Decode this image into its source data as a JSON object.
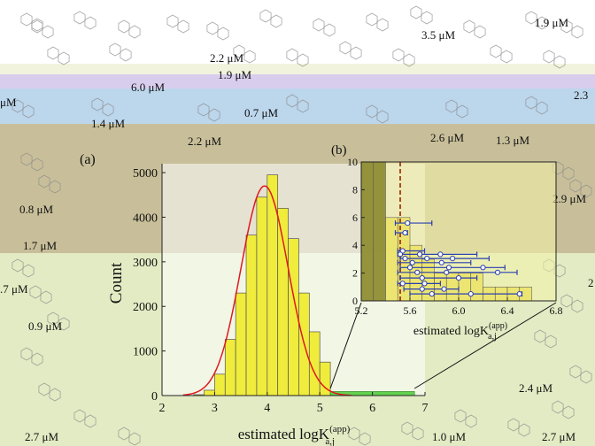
{
  "background": {
    "concentration_labels": [
      "2.2 μM",
      "3.5 μM",
      "1.9 μM",
      "1.9 μM",
      "6.0 μM",
      "μM",
      "1.4 μM",
      "0.7 μM",
      "2.3",
      "2.2 μM",
      "2.6 μM",
      "1.3 μM",
      "0.8 μM",
      "2.9 μM",
      "1.7 μM",
      ".7 μM",
      "0.9 μM",
      "2",
      "2.4 μM",
      "2.7 μM",
      "1.0 μM",
      "2.7 μM"
    ],
    "band_colors": [
      "#d9cdee",
      "#bcd6ec",
      "#ebeecf",
      "#c8bf9a",
      "#e3ebc4"
    ]
  },
  "chart_data": [
    {
      "type": "bar",
      "panel_label": "(a)",
      "xlabel": "estimated logK",
      "xlabel_sub": "a,j",
      "xlabel_sup": "(app)",
      "ylabel": "Count",
      "xlim": [
        2,
        7
      ],
      "ylim": [
        0,
        5200
      ],
      "xticks": [
        2,
        3,
        4,
        5,
        6,
        7
      ],
      "yticks": [
        0,
        1000,
        2000,
        3000,
        4000,
        5000
      ],
      "bin_width": 0.2,
      "bins": [
        {
          "x": 2.6,
          "count": 20
        },
        {
          "x": 2.8,
          "count": 120
        },
        {
          "x": 3.0,
          "count": 480
        },
        {
          "x": 3.2,
          "count": 1260
        },
        {
          "x": 3.4,
          "count": 2300
        },
        {
          "x": 3.6,
          "count": 3600
        },
        {
          "x": 3.8,
          "count": 4450
        },
        {
          "x": 4.0,
          "count": 4950
        },
        {
          "x": 4.2,
          "count": 4200
        },
        {
          "x": 4.4,
          "count": 3520
        },
        {
          "x": 4.6,
          "count": 2300
        },
        {
          "x": 4.8,
          "count": 1430
        },
        {
          "x": 5.0,
          "count": 750
        },
        {
          "x": 5.2,
          "count": 260
        },
        {
          "x": 5.4,
          "count": 120
        },
        {
          "x": 5.6,
          "count": 80
        },
        {
          "x": 5.8,
          "count": 60
        },
        {
          "x": 6.0,
          "count": 50
        },
        {
          "x": 6.2,
          "count": 40
        },
        {
          "x": 6.4,
          "count": 30
        },
        {
          "x": 6.6,
          "count": 20
        }
      ],
      "highlight_range": [
        5.2,
        6.8
      ],
      "fit_curve": {
        "type": "gaussian",
        "amplitude": 4700,
        "mean": 3.95,
        "sigma": 0.45
      },
      "colors": {
        "bar": "#f0ec3c",
        "highlight": "#62d24e",
        "curve": "#e0191e"
      }
    },
    {
      "type": "bar",
      "panel_label": "(b)",
      "xlabel": "estimated logK",
      "xlabel_sub": "a,j",
      "xlabel_sup": "(app)",
      "xlim": [
        5.2,
        6.8
      ],
      "ylim": [
        0,
        10
      ],
      "xticks": [
        5.2,
        5.6,
        6.0,
        6.4,
        6.8
      ],
      "yticks": [
        0,
        2,
        4,
        6,
        8,
        10
      ],
      "bin_width": 0.1,
      "bins": [
        {
          "x": 5.2,
          "count": 10
        },
        {
          "x": 5.3,
          "count": 10
        },
        {
          "x": 5.4,
          "count": 6
        },
        {
          "x": 5.5,
          "count": 6
        },
        {
          "x": 5.6,
          "count": 4
        },
        {
          "x": 5.7,
          "count": 3
        },
        {
          "x": 5.8,
          "count": 2
        },
        {
          "x": 5.9,
          "count": 2
        },
        {
          "x": 6.0,
          "count": 2
        },
        {
          "x": 6.1,
          "count": 2
        },
        {
          "x": 6.2,
          "count": 1
        },
        {
          "x": 6.3,
          "count": 1
        },
        {
          "x": 6.4,
          "count": 1
        },
        {
          "x": 6.5,
          "count": 1
        }
      ],
      "threshold_line": 5.52,
      "intervals": [
        {
          "y": 5.6,
          "lo": 5.48,
          "hi": 5.78,
          "points": [
            5.58
          ]
        },
        {
          "y": 4.9,
          "lo": 5.48,
          "hi": 5.58,
          "points": [
            5.56
          ]
        },
        {
          "y": 3.6,
          "lo": 5.5,
          "hi": 5.72,
          "points": [
            5.54
          ]
        },
        {
          "y": 3.35,
          "lo": 5.5,
          "hi": 6.15,
          "points": [
            5.52,
            5.68,
            5.85
          ]
        },
        {
          "y": 3.05,
          "lo": 5.52,
          "hi": 6.25,
          "points": [
            5.56,
            5.74,
            5.95
          ]
        },
        {
          "y": 2.75,
          "lo": 5.5,
          "hi": 6.1,
          "points": [
            5.62,
            5.86
          ]
        },
        {
          "y": 2.4,
          "lo": 5.52,
          "hi": 6.38,
          "points": [
            5.6,
            5.92,
            6.2
          ]
        },
        {
          "y": 2.05,
          "lo": 5.5,
          "hi": 6.48,
          "points": [
            5.66,
            5.9,
            6.32
          ]
        },
        {
          "y": 1.65,
          "lo": 5.52,
          "hi": 6.15,
          "points": [
            5.7,
            6.0
          ]
        },
        {
          "y": 1.25,
          "lo": 5.5,
          "hi": 5.85,
          "points": [
            5.54,
            5.72
          ]
        },
        {
          "y": 0.85,
          "lo": 5.55,
          "hi": 6.0,
          "points": [
            5.7,
            5.88
          ]
        },
        {
          "y": 0.5,
          "lo": 5.6,
          "hi": 6.52,
          "points": [
            5.78,
            6.1,
            6.5
          ]
        }
      ],
      "colors": {
        "bar": "#ece46a",
        "dark_bar": "#8b8a2e",
        "threshold": "#a33a17",
        "interval": "#2a3fb0"
      }
    }
  ]
}
